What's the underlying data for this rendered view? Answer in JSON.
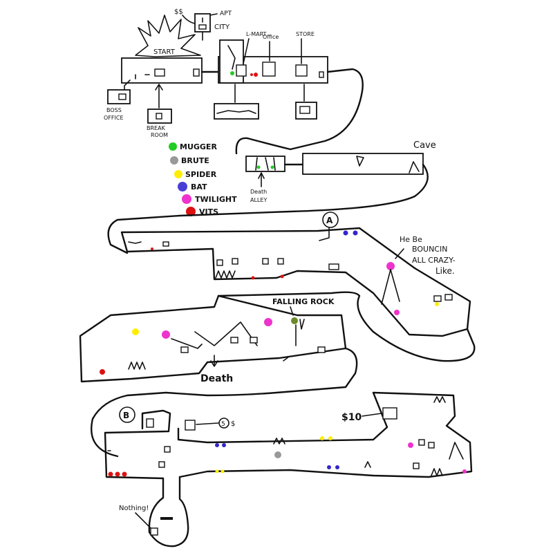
{
  "labels": {
    "start": "START",
    "apt": "APT",
    "city": "CITY",
    "mart": "L-MART",
    "office": "Office",
    "store": "STORE",
    "boss_office_1": "BOSS",
    "boss_office_2": "OFFICE",
    "break_room_1": "BREAK",
    "break_room_2": "ROOM",
    "cave": "Cave",
    "death_alley_1": "Death",
    "death_alley_2": "ALLEY",
    "bounce_1": "He Be",
    "bounce_2": "BOUNCIN",
    "bounce_3": "ALL CRAZY-",
    "bounce_4": "Like.",
    "falling_rock": "FALLING ROCK",
    "death": "Death",
    "price_10": "$10",
    "price_5": "$",
    "money_badge": "$$",
    "nothing": "Nothing!",
    "marker_a": "A",
    "marker_b": "B",
    "marker_five": "5"
  },
  "legend": [
    {
      "label": "MUGGER",
      "color": "#22cc22"
    },
    {
      "label": "BRUTE",
      "color": "#999999"
    },
    {
      "label": "SPIDER",
      "color": "#ffee00"
    },
    {
      "label": "BAT",
      "color": "#4a3fd4"
    },
    {
      "label": "TWILIGHT",
      "color": "#ee33cc"
    },
    {
      "label": "VITS",
      "color": "#dd1111"
    }
  ],
  "colors": {
    "mugger": "#22cc22",
    "brute": "#999999",
    "spider": "#ffee00",
    "bat": "#3326c9",
    "twilight": "#ee33cc",
    "vits": "#dd1111",
    "rock": "#6b8a2a"
  }
}
